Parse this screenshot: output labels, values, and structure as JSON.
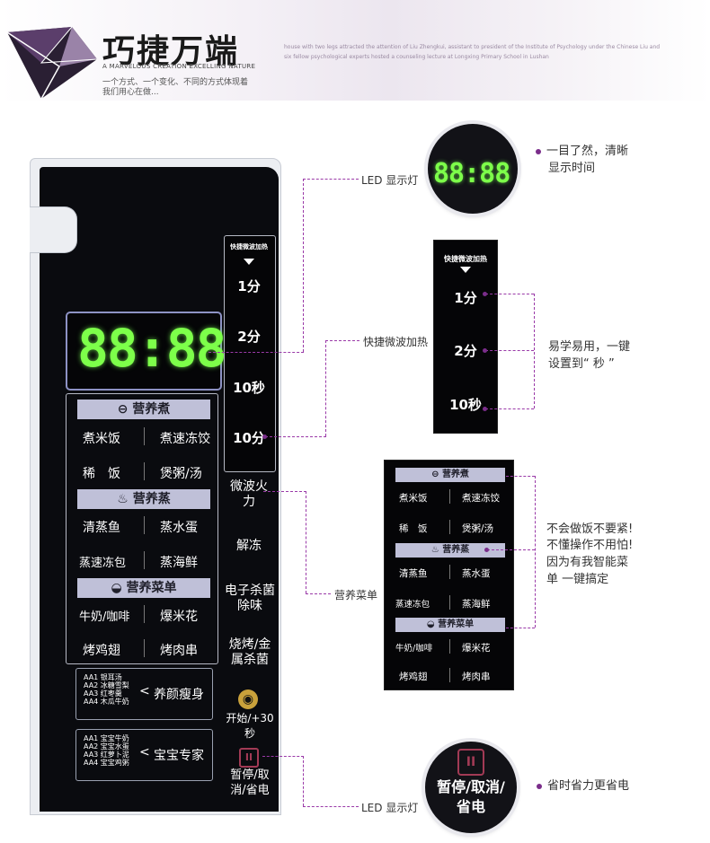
{
  "header": {
    "title": "巧捷万端",
    "subtitle": "A MARVELOUS CREATION EXCELLING NATURE",
    "tagline_1": "一个方式、一个变化、不同的方式体现着",
    "tagline_2": "我们用心在做...",
    "english_text": "house with two legs attracted the attention of Liu Zhengkui, assistant to president of the Institute of Psychology under the Chinese Liu and six fellow psychological experts hosted a counseling lecture at Longxing Primary School in Lushan"
  },
  "panel": {
    "led_display": "88:88",
    "quick_heat": {
      "title": "快捷微波加热",
      "buttons": [
        "1分",
        "2分",
        "10秒",
        "10分"
      ]
    },
    "menu": {
      "categories": [
        {
          "name": "营养煮",
          "items": [
            [
              "煮米饭",
              "煮速冻饺"
            ],
            [
              "稀　饭",
              "煲粥/汤"
            ]
          ]
        },
        {
          "name": "营养蒸",
          "items": [
            [
              "清蒸鱼",
              "蒸水蛋"
            ],
            [
              "蒸速冻包",
              "蒸海鲜"
            ]
          ]
        },
        {
          "name": "营养菜单",
          "items": [
            [
              "牛奶/咖啡",
              "爆米花"
            ],
            [
              "烤鸡翅",
              "烤肉串"
            ]
          ]
        }
      ]
    },
    "side_buttons": [
      "微波火力",
      "解冻",
      "电子杀菌除味",
      "烧烤/金属杀菌",
      "开始/+30秒",
      "暂停/取消/省电"
    ],
    "aa_groups": [
      {
        "lines": [
          "AA1 银耳汤",
          "AA2 冰糖雪梨",
          "AA3 红枣羹",
          "AA4 木瓜牛奶"
        ],
        "name": "养颜瘦身"
      },
      {
        "lines": [
          "AA1 宝宝牛奶",
          "AA2 宝宝水蛋",
          "AA3 红萝卜泥",
          "AA4 宝宝鸡粥"
        ],
        "name": "宝宝专家"
      }
    ]
  },
  "callouts": {
    "led_label_top": "LED 显示灯",
    "quick_label": "快捷微波加热",
    "menu_label": "营养菜单",
    "led_label_bottom": "LED 显示灯",
    "desc_display_1": "一目了然，清晰",
    "desc_display_2": "显示时间",
    "desc_quick_1": "易学易用，一键",
    "desc_quick_2": "设置到“ 秒 ”",
    "desc_menu_1": "不会做饭不要紧!",
    "desc_menu_2": "不懂操作不用怕!",
    "desc_menu_3": "因为有我智能菜",
    "desc_menu_4": "单 一键搞定",
    "desc_power": "省时省力更省电",
    "zoom_led": "88:88",
    "zoom_quick_title": "快捷微波加热",
    "zoom_quick_buttons": [
      "1分",
      "2分",
      "10秒"
    ],
    "zoom_pause_label": "暂停/取消/省电"
  },
  "colors": {
    "accent_purple": "#7a2d8a",
    "led_green": "#7dff4a",
    "category_bar": "#bfc0d8",
    "panel_black": "#0a0b0f"
  }
}
